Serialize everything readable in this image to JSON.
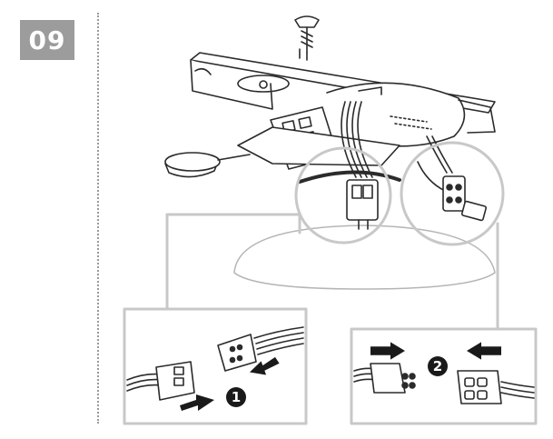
{
  "step": {
    "number": "09"
  },
  "callouts": [
    {
      "number": "1"
    },
    {
      "number": "2"
    }
  ],
  "colors": {
    "badge_bg": "#9c9c9c",
    "line": "#2b2b2b",
    "callout_circle": "#1a1a1a",
    "frame": "#c8c8c8"
  },
  "icons": [
    "screw-icon",
    "mounting-bracket-icon",
    "wire-connector-icon",
    "arrow-icon"
  ]
}
